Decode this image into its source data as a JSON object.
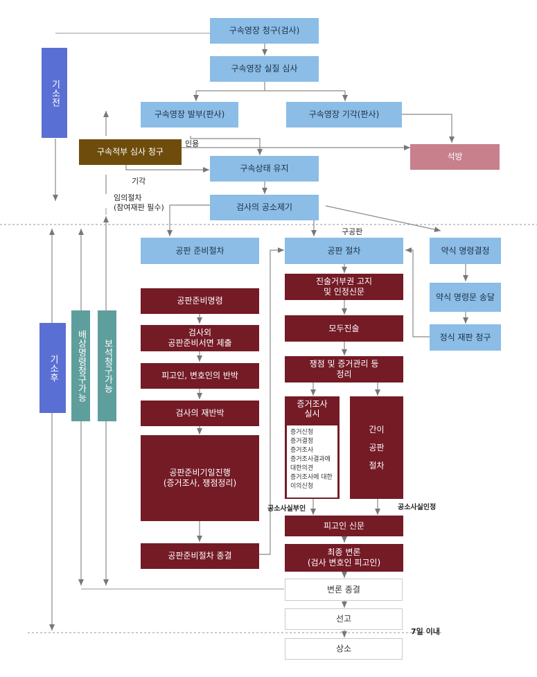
{
  "nodes": {
    "warrant_request": "구속영장 청구(검사)",
    "warrant_review": "구속영장 실질 심사",
    "warrant_issue": "구속영장 발부(판사)",
    "warrant_dismiss": "구속영장 기각(판사)",
    "release": "석방",
    "detention_review_request": "구속적부 심사 청구",
    "detention_maintained": "구속상태 유지",
    "indictment": "검사의 공소제기",
    "pretrial_procedure": "공판 준비절차",
    "trial_procedure": "공판 절차",
    "summary_order": "약식 명령결정",
    "summary_order_delivery": "약식 명령문 송달",
    "formal_trial_request": "정식 재판 청구",
    "pretrial_order": "공판준비명령",
    "written_submission": "검사외\n공판준비서면 제출",
    "defense_rebuttal": "피고인, 변호인의 반박",
    "prosecutor_rebuttal": "검사의 재반박",
    "pretrial_hearing": "공판준비기일진행\n(증거조사, 쟁점정리)",
    "pretrial_end": "공판준비절차 종결",
    "right_notice": "진술거부권 고지\n및 인정신문",
    "opening_statement": "모두진술",
    "issue_organization": "쟁점 및 증거관리 등\n정리",
    "evidence_exam_title": "증거조사\n실시",
    "evidence_exam_items": "증거신청\n증거결정\n증거조사\n증거조사결과에\n대한의견\n증거조사에 대한\n이의신청",
    "simplified_trial": "간이\n공판\n절차",
    "defendant_exam": "피고인 신문",
    "final_argument": "최종 변론\n(검사 변호인 피고인)",
    "argument_end": "변론 종결",
    "sentence": "선고",
    "appeal": "상소"
  },
  "side_bars": {
    "pre_indictment": "기소전",
    "post_indictment": "기소후",
    "compensation": "배상명령청구가능",
    "bail": "보석청구가능"
  },
  "labels": {
    "cite": "인용",
    "dismiss": "기각",
    "optional": "임의절차\n(참여재판 필수)",
    "public_trial": "구공판",
    "denial": "공소사실부인",
    "admission": "공소사실인정",
    "seven_days": "7일 이내"
  }
}
